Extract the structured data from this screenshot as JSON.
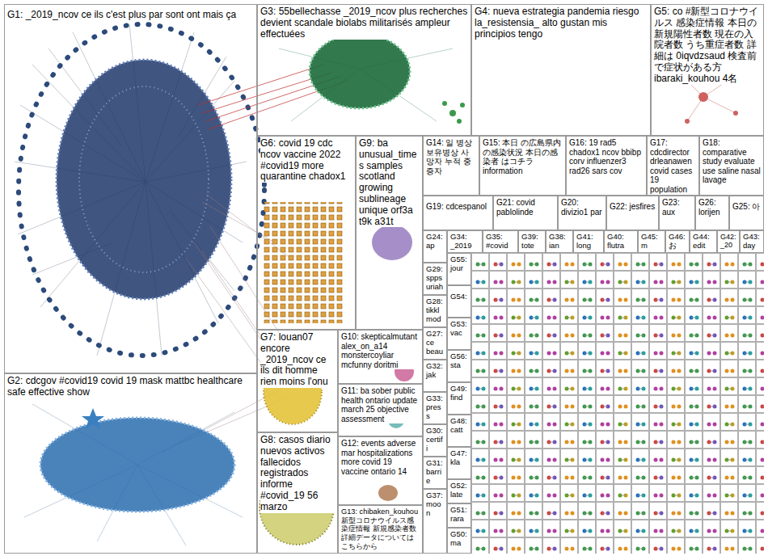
{
  "diagram": {
    "nodes": [
      {
        "text": [
          "G1: _2019_ncov ce ils c'est plus par sont ont mais ça"
        ]
      },
      {
        "text": [
          "G2: cdcgov #covid19 covid 19 mask mattbc healthcare safe effective show"
        ]
      },
      {
        "text": [
          "G3: 55bellechasse _2019_ncov plus recherches devient scandale biolabs militarisés ampleur effectuées"
        ]
      },
      {
        "text": [
          "G4: nueva estrategia pandemia riesgo la_resistensia_ alto gustan mis principios tengo"
        ]
      },
      {
        "text": [
          "G5: co #新型コロナウイルス 感染症情報 本日の新規陽性者数 現在の入院者数 うち重症者数 詳細は 0iqvdzsaud 検査前で症状がある方 ibaraki_kouhou 4名"
        ]
      },
      {
        "text": [
          "G6: covid 19 cdc ncov vaccine 2022 #covid19 more quarantine chadox1"
        ]
      },
      {
        "text": [
          "G7: louan07 encore _2019_ncov ce ils dit homme rien moins l'onu"
        ]
      },
      {
        "text": [
          "G8: casos diario nuevos activos fallecidos registrados informe #covid_19 56 marzo"
        ]
      },
      {
        "text": [
          "G9: ba unusual_times samples scotland growing sublineage unique orf3a t9k a31t"
        ]
      },
      {
        "text": [
          "G10: skepticalmutant alex_on_a14 monstercoyliar mcfunny doritmi"
        ]
      },
      {
        "text": [
          "G11: ba sober public health ontario update march 25 objective assessment"
        ]
      },
      {
        "text": [
          "G12: events adverse mar hospitalizations more covid 19 vaccine ontario 14"
        ]
      },
      {
        "text": [
          "G13: chibaken_kouhou 新型コロナウイルス感染症情報 新規感染者数 詳細データについてはこちらから"
        ]
      },
      {
        "text": [
          "G14: 일 병상 보유병상 사망자 누적 중증자"
        ]
      },
      {
        "text": [
          "G15: 本日 の広島県内の感染状況 本日の感染者 はコチラ information"
        ]
      },
      {
        "text": [
          "G16: 19 rad5 chadox1 ncov bbibp corv influenzer3 rad26 sars cov"
        ]
      },
      {
        "text": [
          "G17: cdcdirector drleanawen covid cases 19 population"
        ]
      },
      {
        "text": [
          "G18: comparative study evaluate use saline nasal lavage"
        ]
      },
      {
        "text": [
          "G19: cdcespanol"
        ]
      },
      {
        "text": [
          "G21: covid pablolinde"
        ]
      },
      {
        "text": [
          "G20: divizio1 par"
        ]
      },
      {
        "text": [
          "G22: jesfires"
        ]
      },
      {
        "text": [
          "G23: aux"
        ]
      },
      {
        "text": [
          "G26: lorijen"
        ]
      },
      {
        "text": [
          "G25: 아"
        ]
      },
      {
        "text": [
          "G24: ap"
        ]
      },
      {
        "text": [
          "G29: spps uriah"
        ]
      },
      {
        "text": [
          "G28: tikkl mod"
        ]
      },
      {
        "text": [
          "G27: ce beau"
        ]
      },
      {
        "text": [
          "G32: jak"
        ]
      },
      {
        "text": [
          "G33: press"
        ]
      },
      {
        "text": [
          "G30: certifi"
        ]
      },
      {
        "text": [
          "G31: barrie"
        ]
      },
      {
        "text": [
          "G37: moon"
        ]
      },
      {
        "text": [
          "G34: _2019"
        ]
      },
      {
        "text": [
          "G35: #covid"
        ]
      },
      {
        "text": [
          "G39: tote"
        ]
      },
      {
        "text": [
          "G38: ian"
        ]
      },
      {
        "text": [
          "G41: long"
        ]
      },
      {
        "text": [
          "G40: flutra"
        ]
      },
      {
        "text": [
          "G45: m"
        ]
      },
      {
        "text": [
          "G46: お"
        ]
      },
      {
        "text": [
          "G44: edit"
        ]
      },
      {
        "text": [
          "G42: _20"
        ]
      },
      {
        "text": [
          "G43: day"
        ]
      },
      {
        "text": [
          "G55: jour"
        ]
      },
      {
        "text": [
          "G54:"
        ]
      },
      {
        "text": [
          "G53: vac"
        ]
      },
      {
        "text": [
          "G56: sta"
        ]
      },
      {
        "text": [
          "G49: find"
        ]
      },
      {
        "text": [
          "G48: catt"
        ]
      },
      {
        "text": [
          "G47: kla"
        ]
      },
      {
        "text": [
          "G52: late"
        ]
      },
      {
        "text": [
          "G51: rara"
        ]
      },
      {
        "text": [
          "G50: ma"
        ]
      }
    ]
  }
}
